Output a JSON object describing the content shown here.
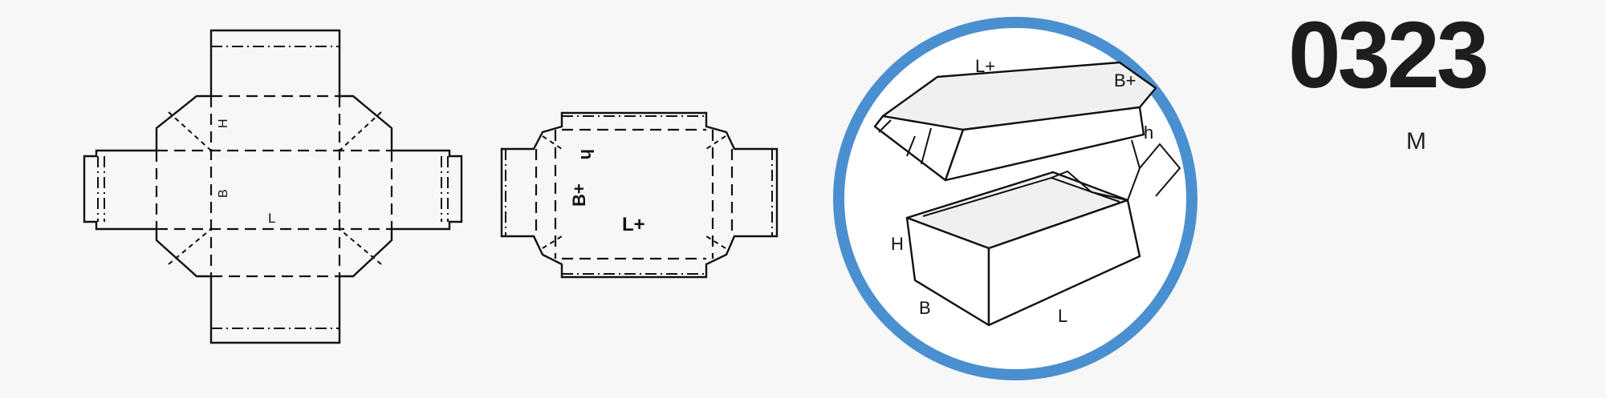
{
  "model": {
    "code": "0323",
    "variant": "M"
  },
  "colors": {
    "ring": "#4a90d0",
    "line": "#111111",
    "background": "#f7f7f8"
  },
  "blank_bottom": {
    "labels": {
      "height": "H",
      "width": "B",
      "length": "L"
    }
  },
  "blank_lid": {
    "labels": {
      "height": "h",
      "width": "B+",
      "length": "L+"
    }
  },
  "assembled_view": {
    "lid_labels": {
      "length": "L+",
      "width": "B+",
      "height": "h"
    },
    "base_labels": {
      "height": "H",
      "width": "B",
      "length": "L"
    }
  }
}
